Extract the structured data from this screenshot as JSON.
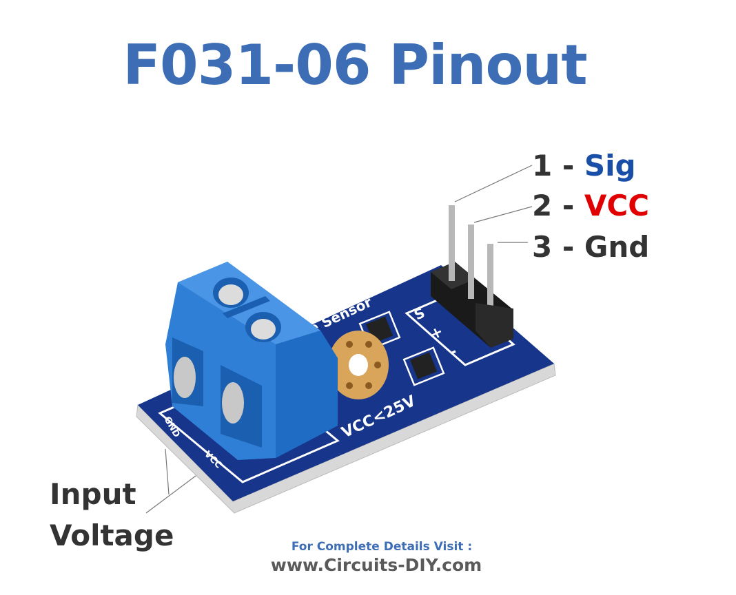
{
  "title": "F031-06 Pinout",
  "pins": [
    {
      "prefix": "1 - ",
      "name": "Sig",
      "color": "#1a4fa8"
    },
    {
      "prefix": "2 - ",
      "name": "VCC",
      "color": "#e00000"
    },
    {
      "prefix": "3 - ",
      "name": "Gnd",
      "color": "#333333"
    }
  ],
  "input_label": {
    "line1": "Input",
    "line2": "Voltage"
  },
  "board_silkscreen": {
    "sensor": "e Sensor",
    "vcc_limit": "VCC<25V",
    "gnd": "GND",
    "vcc": "VCC",
    "s": "S",
    "plus": "+",
    "minus": "-"
  },
  "footer": {
    "line1": "For Complete Details Visit :",
    "line2": "www.Circuits-DIY.com"
  },
  "colors": {
    "title": "#3d6db5",
    "pcb": "#17358a",
    "terminal": "#2f7fd6",
    "text": "#333333"
  }
}
